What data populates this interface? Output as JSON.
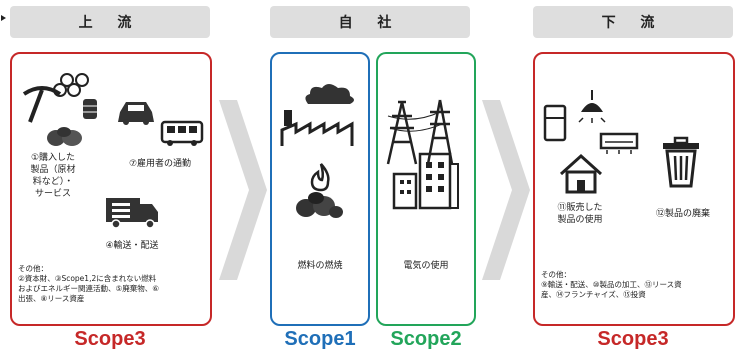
{
  "upstream": {
    "header": "上 流",
    "items": {
      "purchased": "①購入した\n製品（原材\n料など）・\nサービス",
      "commuting": "⑦雇用者の通勤",
      "transport": "④輸送・配送"
    },
    "note_title": "その他：",
    "note_body": "②資本財、③Scope1,2に含まれない燃料\nおよびエネルギー関連活動、⑤廃棄物、⑥\n出張、⑧リース資産",
    "scope": "Scope3",
    "color": "#c62828"
  },
  "company": {
    "header": "自 社",
    "fuel_label": "燃料の燃焼",
    "electricity_label": "電気の使用",
    "scope1": "Scope1",
    "scope2": "Scope2",
    "scope1_color": "#1f6fb8",
    "scope2_color": "#22a55a"
  },
  "downstream": {
    "header": "下 流",
    "items": {
      "use": "⑪販売した\n製品の使用",
      "disposal": "⑫製品の廃棄"
    },
    "note_title": "その他：",
    "note_body": "⑨輸送・配送、⑩製品の加工、⑬リース資\n産、⑭フランチャイズ、⑮投資",
    "scope": "Scope3",
    "color": "#c62828"
  },
  "icons": [
    "pickaxe-icon",
    "logs-icon",
    "barrel-icon",
    "ore-icon",
    "car-icon",
    "bus-icon",
    "truck-icon",
    "factory-icon",
    "smoke-icon",
    "fire-icon",
    "coal-icon",
    "power-tower-icon",
    "building-icon",
    "refrigerator-icon",
    "lamp-icon",
    "air-conditioner-icon",
    "house-icon",
    "trash-can-icon"
  ]
}
